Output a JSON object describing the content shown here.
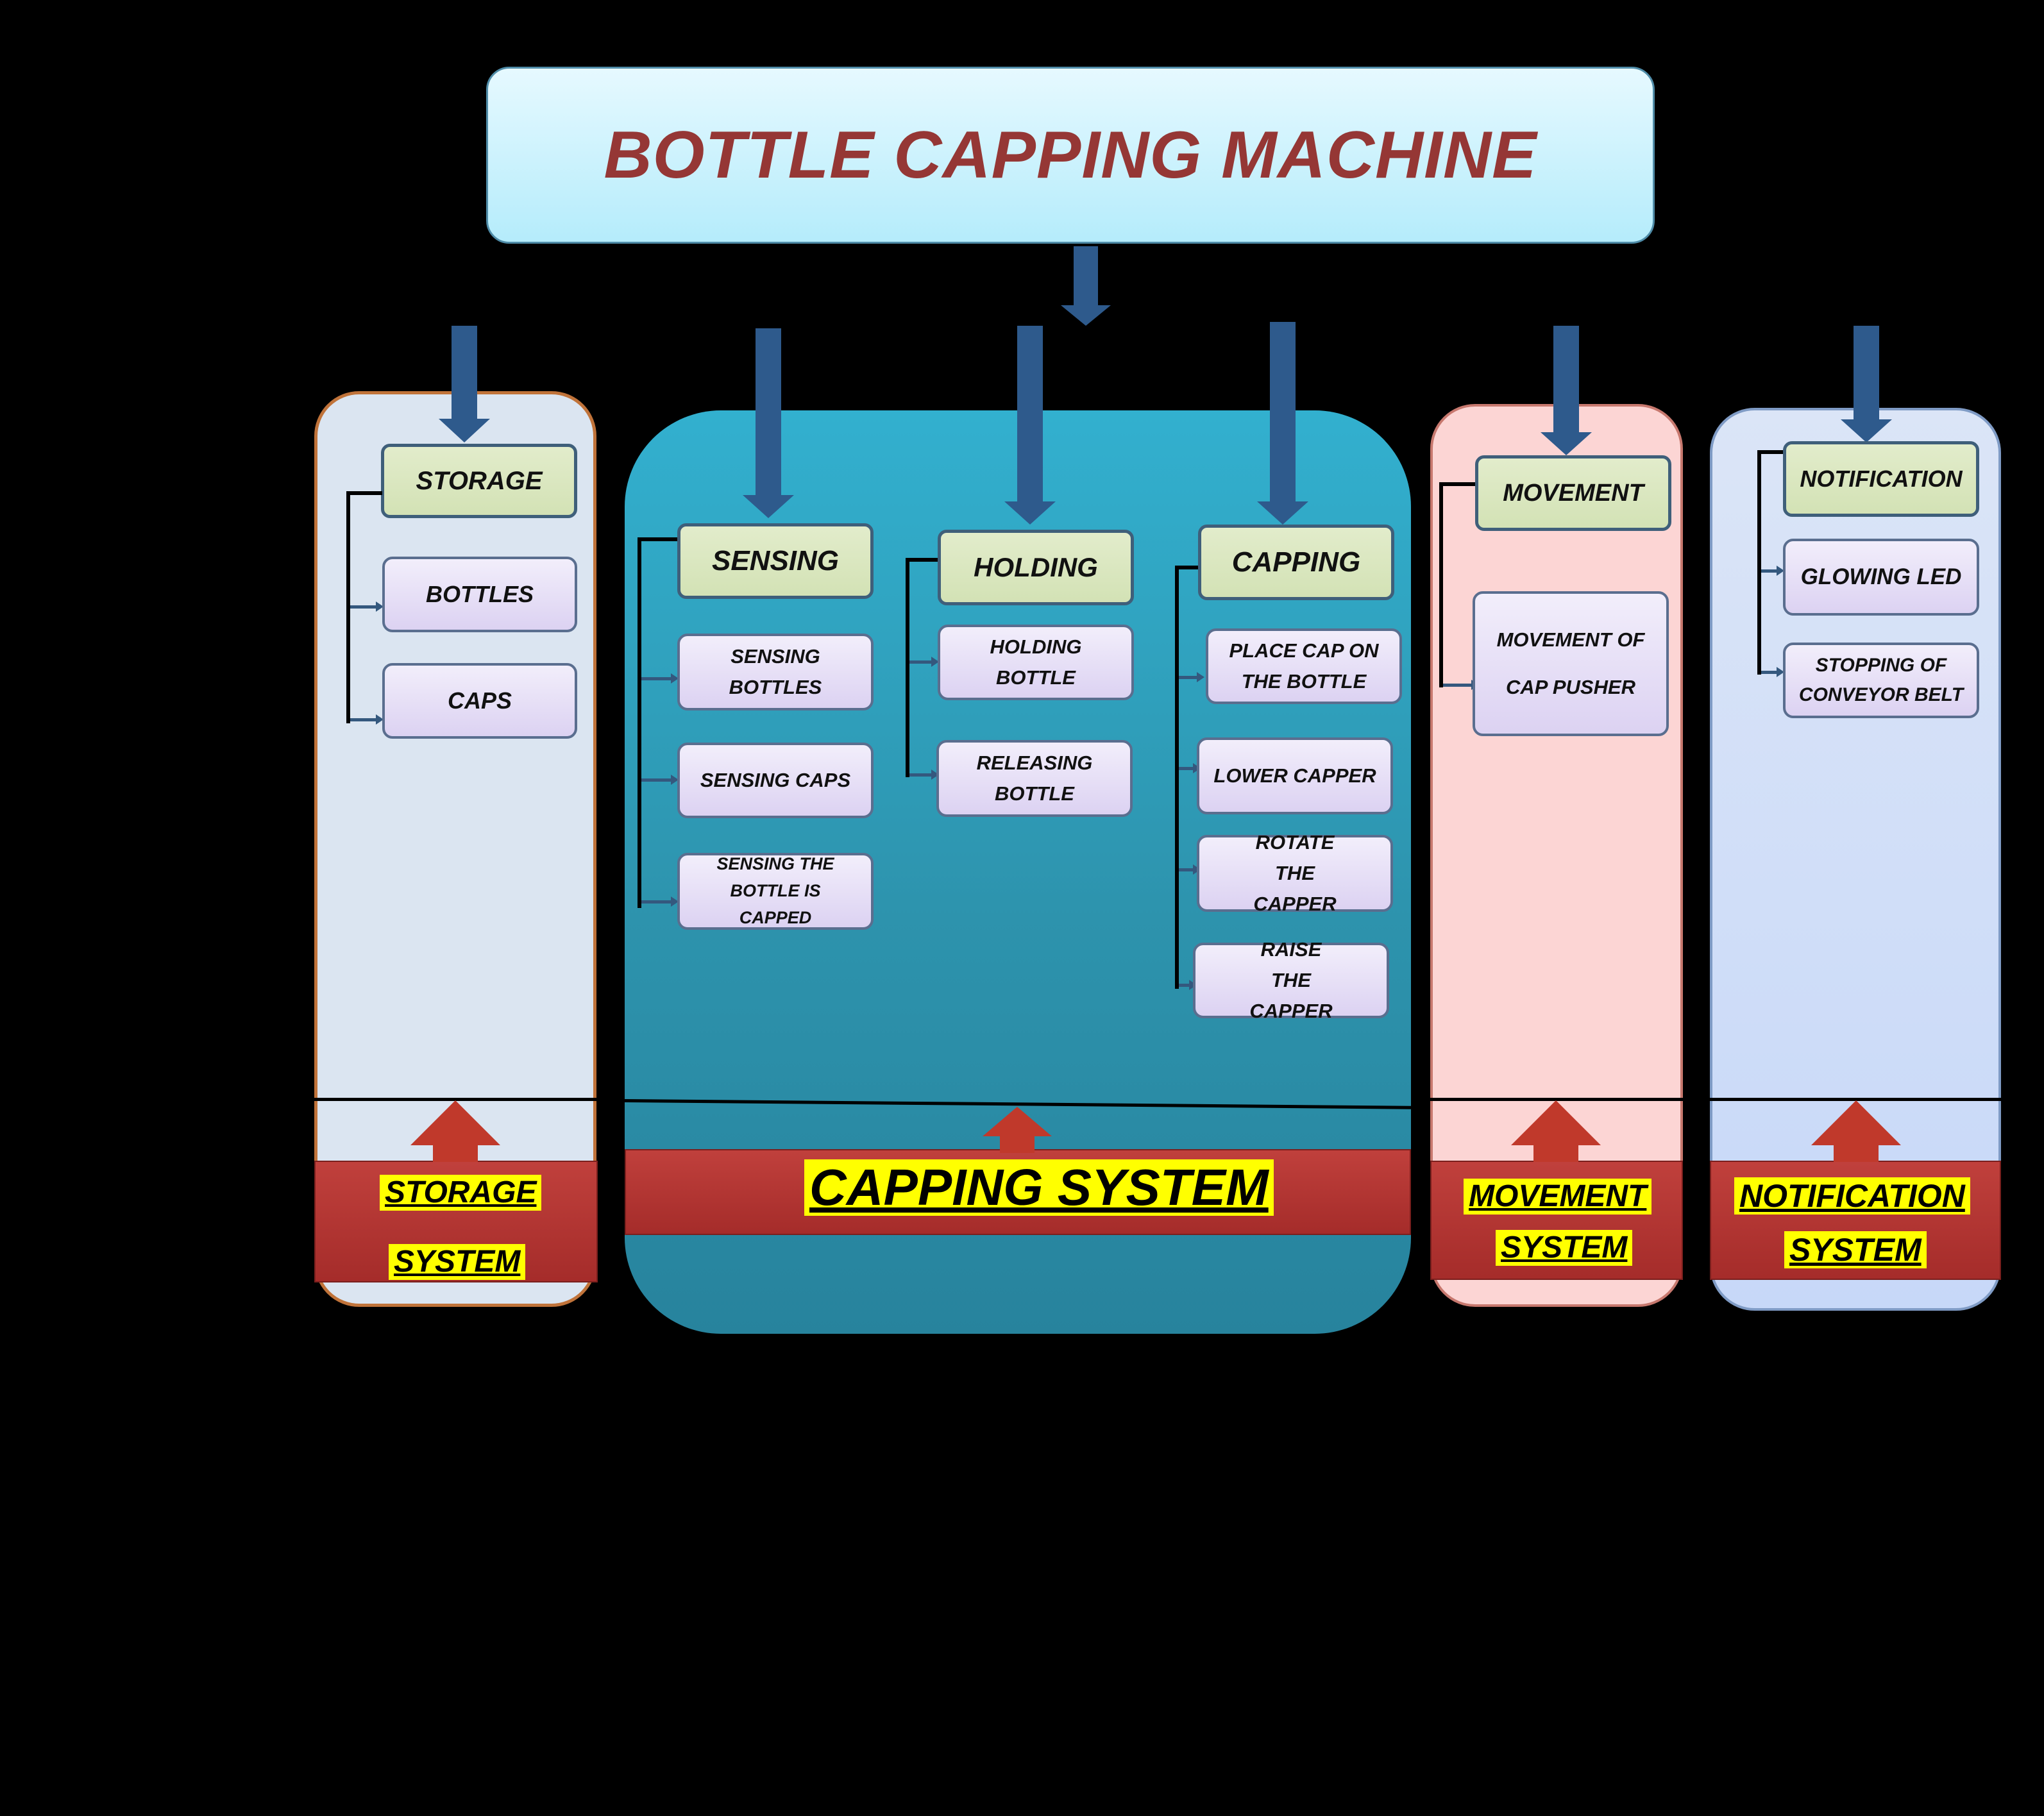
{
  "title": "BOTTLE CAPPING MACHINE",
  "systems": {
    "storage": {
      "label_line1": "STORAGE",
      "label_line2": "SYSTEM",
      "header": "STORAGE",
      "items": [
        "BOTTLES",
        "CAPS"
      ]
    },
    "capping": {
      "label": "CAPPING SYSTEM",
      "groups": {
        "sensing": {
          "header": "SENSING",
          "items": [
            "SENSING BOTTLES",
            "SENSING CAPS",
            "SENSING THE BOTTLE IS CAPPED"
          ]
        },
        "holding": {
          "header": "HOLDING",
          "items": [
            "HOLDING BOTTLE",
            "RELEASING BOTTLE"
          ]
        },
        "capping": {
          "header": "CAPPING",
          "items": [
            "PLACE CAP ON THE BOTTLE",
            "LOWER CAPPER",
            "ROTATE THE CAPPER",
            "RAISE THE CAPPER"
          ]
        }
      }
    },
    "movement": {
      "label_line1": "MOVEMENT",
      "label_line2": "SYSTEM",
      "header": "MOVEMENT",
      "items": [
        "MOVEMENT OF CAP PUSHER"
      ]
    },
    "notification": {
      "label_line1": "NOTIFICATION",
      "label_line2": "SYSTEM",
      "header": "NOTIFICATION",
      "items": [
        "GLOWING LED",
        "STOPPING OF CONVEYOR BELT"
      ]
    }
  },
  "colors": {
    "title_text": "#953735",
    "arrow_down": "#2e5a8c",
    "arrow_up": "#c0392b",
    "label_highlight": "#ffff00"
  }
}
